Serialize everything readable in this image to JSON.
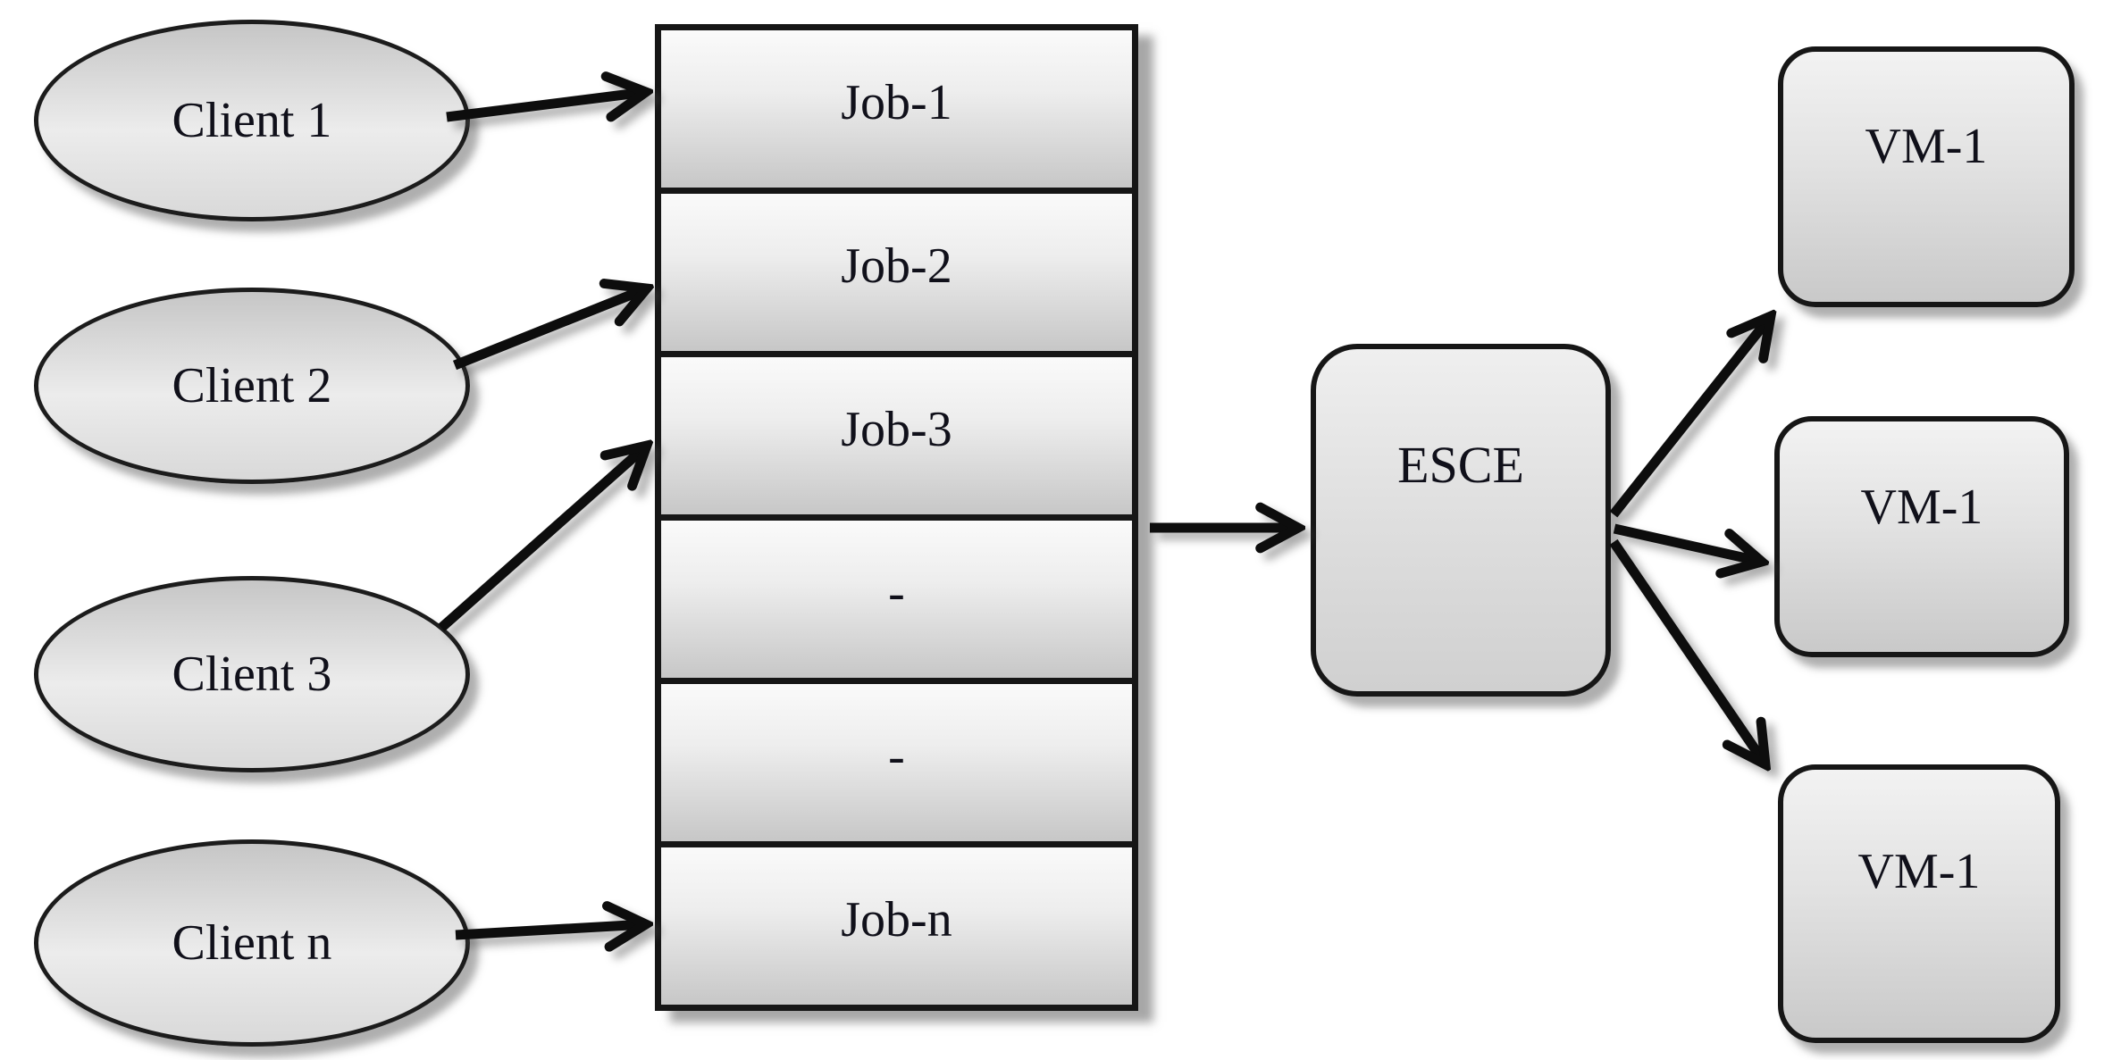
{
  "clients": [
    {
      "label": "Client 1"
    },
    {
      "label": "Client 2"
    },
    {
      "label": "Client 3"
    },
    {
      "label": "Client n"
    }
  ],
  "job_queue": {
    "cells": [
      "Job-1",
      "Job-2",
      "Job-3",
      "-",
      "-",
      "Job-n"
    ]
  },
  "scheduler": {
    "label": "ESCE"
  },
  "vms": [
    {
      "label": "VM-1"
    },
    {
      "label": "VM-1"
    },
    {
      "label": "VM-1"
    }
  ],
  "colors": {
    "background": "#ffffff",
    "node_border": "#161616",
    "node_fill_light": "#f2f2f2",
    "node_fill_dark": "#c7c7c7",
    "arrow": "#0d0d0d",
    "text": "#10101a"
  }
}
